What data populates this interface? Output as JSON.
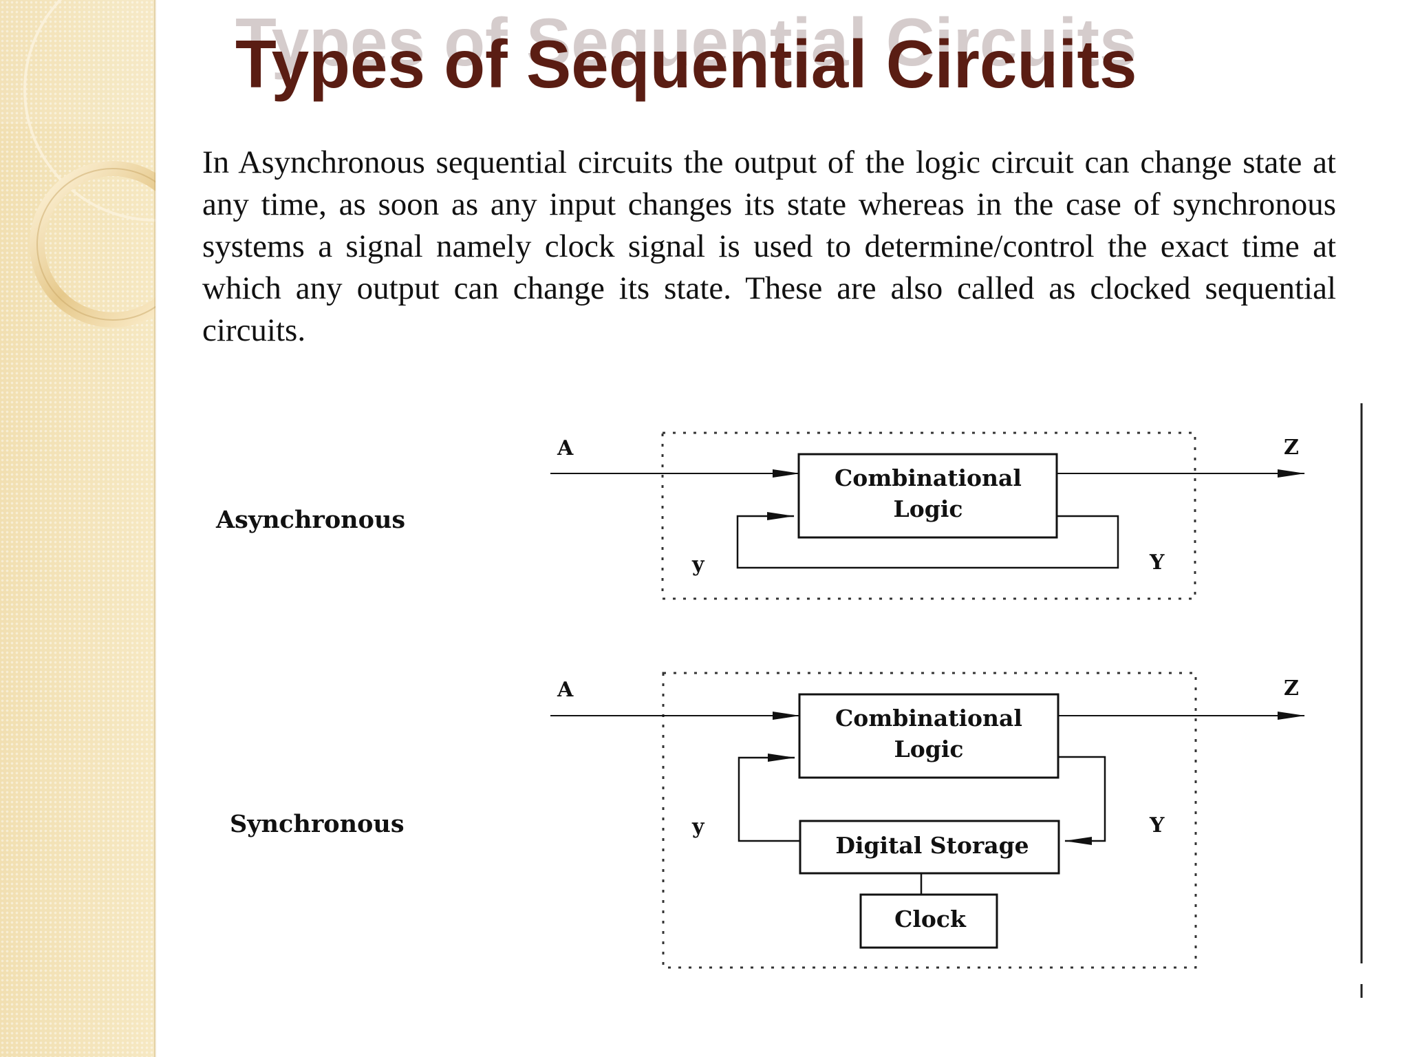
{
  "slide": {
    "title": "Types of Sequential Circuits",
    "body": "In Asynchronous sequential circuits the output of the logic circuit can  change state at any time, as soon as any input changes its state  whereas in the case of synchronous systems a signal namely clock  signal is used to determine/control the exact time at which any output  can change its state. These are also called as clocked sequential  circuits."
  },
  "diagram": {
    "async": {
      "label": "Asynchronous",
      "input": "A",
      "output": "Z",
      "feedback_in": "y",
      "feedback_out": "Y",
      "block_line1": "Combinational",
      "block_line2": "Logic"
    },
    "sync": {
      "label": "Synchronous",
      "input": "A",
      "output": "Z",
      "feedback_in": "y",
      "feedback_out": "Y",
      "block_line1": "Combinational",
      "block_line2": "Logic",
      "storage": "Digital Storage",
      "clock": "Clock"
    }
  },
  "colors": {
    "title": "#5a1d13",
    "sidebar": "#f3e2b6"
  }
}
